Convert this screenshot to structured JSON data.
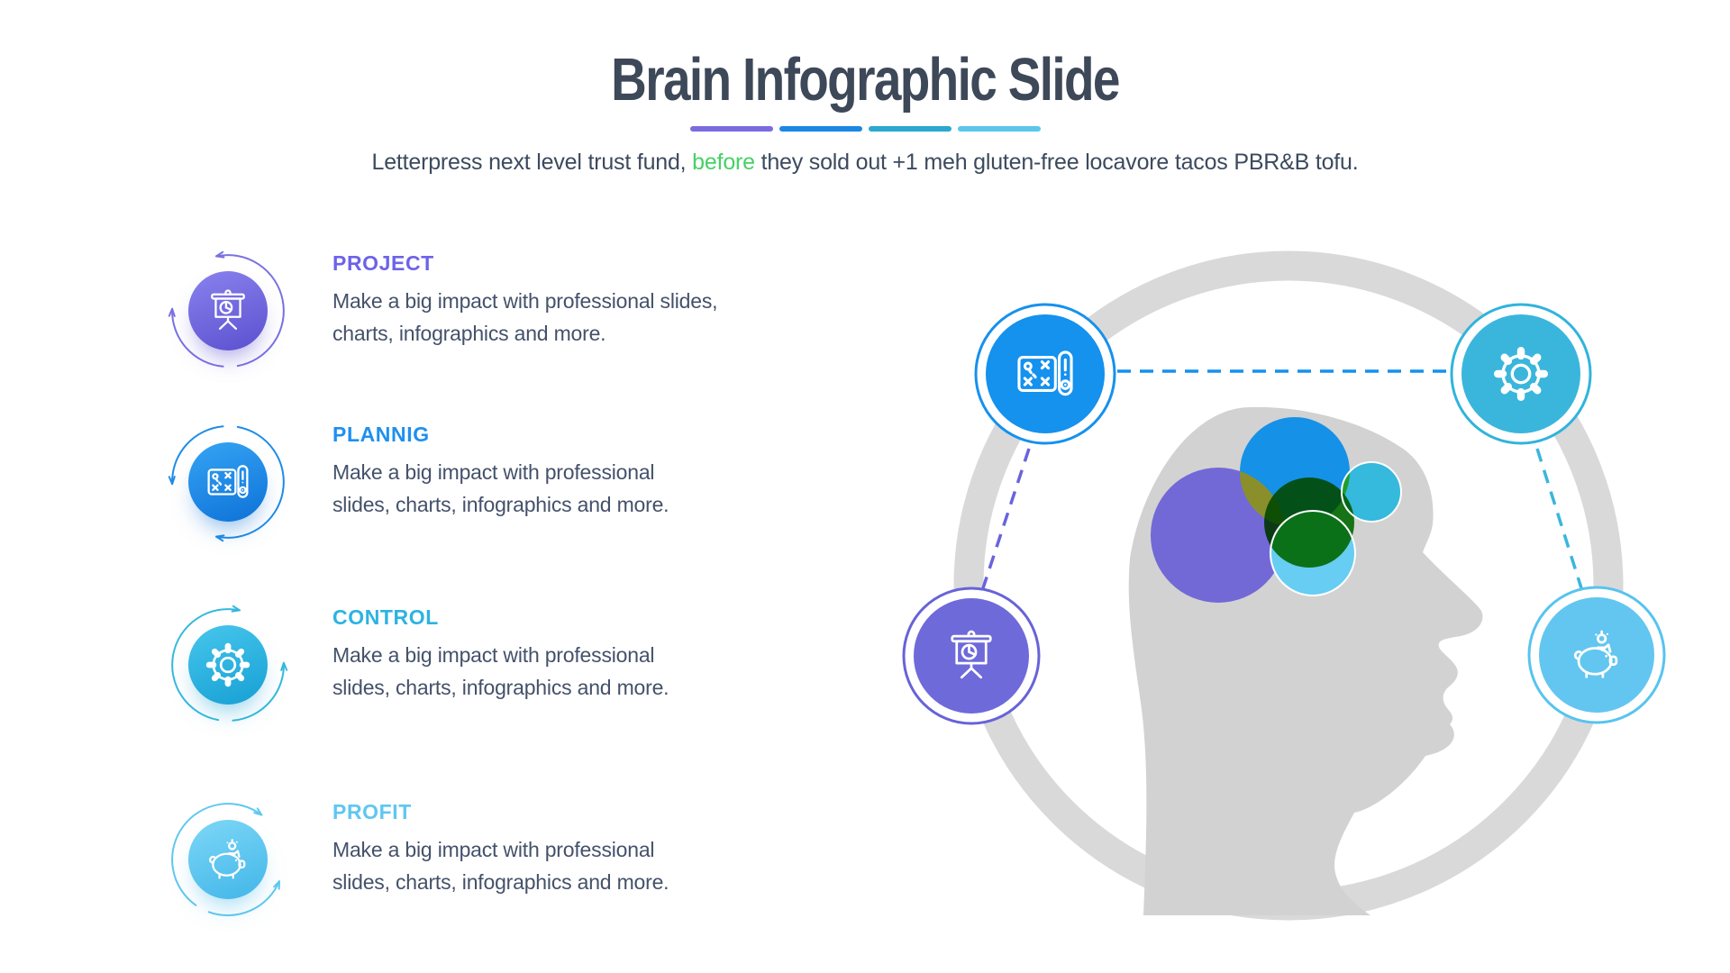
{
  "slide": {
    "title": "Brain Infographic Slide",
    "title_color": "#3d4859",
    "title_underline_colors": [
      "#7a6ce0",
      "#1c87e5",
      "#2ba8cf",
      "#5cc6ea"
    ],
    "subtitle": {
      "pre": "Letterpress next level trust fund, ",
      "highlight": "before",
      "post": " they sold out +1 meh gluten-free locavore tacos PBR&B tofu.",
      "highlight_color": "#45d164",
      "text_color": "#3c4a5e"
    }
  },
  "items": [
    {
      "label": "PROJECT",
      "color": "#6d63e8",
      "icon": "presentation-icon",
      "description": "Make a big impact with professional slides,\ncharts, infographics and more."
    },
    {
      "label": "PLANNIG",
      "color": "#1e90f0",
      "icon": "strategy-icon",
      "description": "Make a big impact with professional\nslides, charts, infographics and more."
    },
    {
      "label": "CONTROL",
      "color": "#2cb3e2",
      "icon": "gear-icon",
      "description": "Make a big impact with professional\nslides, charts, infographics and more."
    },
    {
      "label": "PROFIT",
      "color": "#5ec7f0",
      "icon": "piggy-bank-icon",
      "description": "Make a big impact with professional\nslides, charts, infographics and more."
    }
  ],
  "diagram": {
    "ring_color": "#d9d9d9",
    "head_color": "#d2d2d2",
    "think_bubbles": [
      {
        "name": "purple",
        "color": "#7269d7"
      },
      {
        "name": "blue",
        "color": "#1591e8"
      },
      {
        "name": "teal",
        "color": "#35b9dc"
      },
      {
        "name": "light-blue",
        "color": "#67cdf3"
      },
      {
        "name": "green",
        "color": "#1a8c1a"
      },
      {
        "name": "olive-overlap",
        "color": "#8b8f2b"
      }
    ],
    "badges": [
      {
        "name": "planning",
        "icon": "strategy-icon",
        "color": "#1591ee",
        "position": "top-left"
      },
      {
        "name": "control",
        "icon": "gear-icon",
        "color": "#3ab6dc",
        "position": "top-right"
      },
      {
        "name": "project",
        "icon": "presentation-icon",
        "color": "#6e6ada",
        "position": "bottom-left"
      },
      {
        "name": "profit",
        "icon": "piggy-bank-icon",
        "color": "#62c6f0",
        "position": "bottom-right"
      }
    ],
    "connector_colors": [
      "#1591ee",
      "#6a63dc",
      "#3ab6dc"
    ]
  }
}
